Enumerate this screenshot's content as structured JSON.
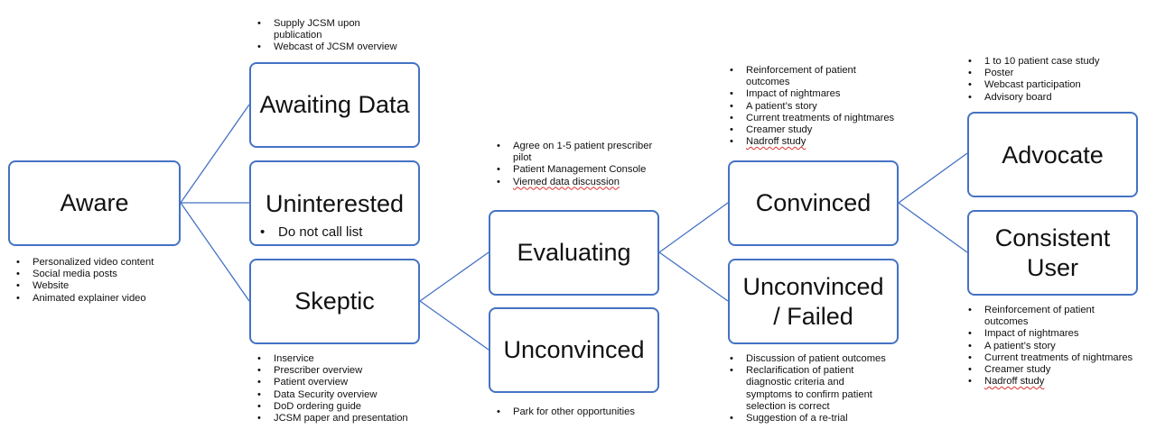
{
  "stages": {
    "aware": "Aware",
    "awaiting_data": "Awaiting Data",
    "uninterested": "Uninterested",
    "skeptic": "Skeptic",
    "evaluating": "Evaluating",
    "unconvinced": "Unconvinced",
    "convinced": "Convinced",
    "unconvinced_failed": "Unconvinced / Failed",
    "advocate": "Advocate",
    "consistent_user": "Consistent User"
  },
  "notes": {
    "aware": [
      "Personalized video content",
      "Social media posts",
      "Website",
      "Animated explainer video"
    ],
    "awaiting_data": [
      "Supply JCSM upon publication",
      "Webcast of JCSM overview"
    ],
    "uninterested": [
      "Do not call list"
    ],
    "skeptic": [
      "Inservice",
      "Prescriber overview",
      "Patient overview",
      "Data Security overview",
      "DoD ordering guide",
      "JCSM paper and presentation"
    ],
    "evaluating": [
      "Agree on 1-5 patient prescriber pilot",
      "Patient Management Console",
      "Viemed data discussion"
    ],
    "unconvinced": [
      "Park for other opportunities"
    ],
    "convinced": [
      "Reinforcement of patient outcomes",
      "Impact of nightmares",
      "A patient’s story",
      "Current treatments of nightmares",
      "Creamer study",
      "Nadroff study"
    ],
    "unconvinced_failed": [
      "Discussion of patient outcomes",
      "Reclarification of patient diagnostic criteria and symptoms to confirm patient selection is correct",
      "Suggestion of a re-trial"
    ],
    "advocate": [
      "1 to 10 patient case study",
      "Poster",
      "Webcast participation",
      "Advisory board"
    ],
    "consistent_user": [
      "Reinforcement of patient outcomes",
      "Impact of nightmares",
      "A patient’s story",
      "Current treatments of nightmares",
      "Creamer study",
      "Nadroff study"
    ]
  },
  "colors": {
    "box_border": "#4472c4",
    "connector": "#4472c4",
    "spellcheck": "#e03030"
  }
}
